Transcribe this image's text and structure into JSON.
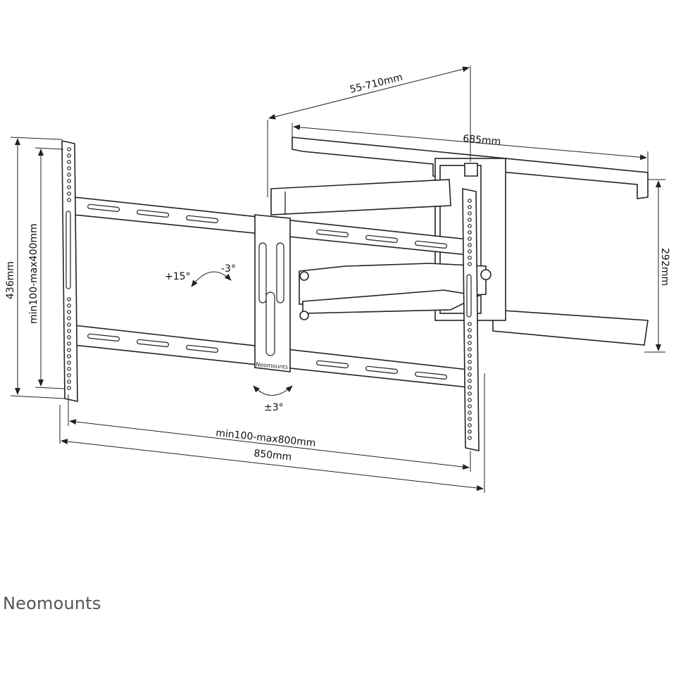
{
  "dimensions": {
    "depth": "55-710mm",
    "wall_plate_width": "685mm",
    "wall_plate_height": "292mm",
    "total_height": "436mm",
    "vesa_vertical": "min100-max400mm",
    "vesa_horizontal": "min100-max800mm",
    "total_width": "850mm"
  },
  "tilt": {
    "up": "+15°",
    "down": "-3°",
    "level": "±3°"
  },
  "plate_brand": "Neomounts",
  "brand_logo": "Neomounts"
}
